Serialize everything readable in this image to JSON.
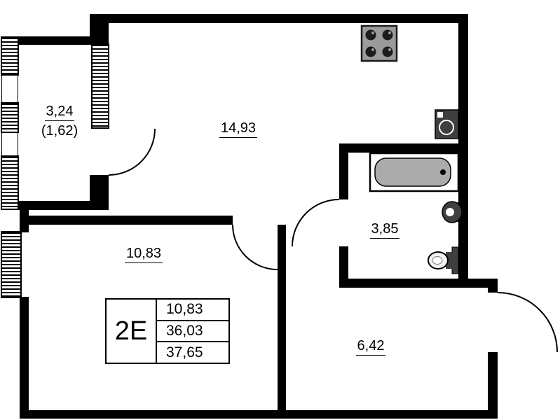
{
  "plan": {
    "stamp": {
      "type_label": "2E",
      "rows": [
        "10,83",
        "36,03",
        "37,65"
      ]
    },
    "rooms": {
      "balcony": {
        "area": "3,24",
        "area_reduced": "(1,62)"
      },
      "kitchen_living": {
        "area": "14,93"
      },
      "bedroom": {
        "area": "10,83"
      },
      "bathroom": {
        "area": "3,85"
      },
      "hallway": {
        "area": "6,42"
      }
    },
    "fixtures": [
      "stove",
      "washing-machine",
      "bathtub",
      "sink",
      "toilet"
    ],
    "colors": {
      "wall": "#000000",
      "fixture_light": "#9b9b9b",
      "fixture_dark": "#3f3f3f",
      "tub_fill": "#ababab"
    }
  }
}
